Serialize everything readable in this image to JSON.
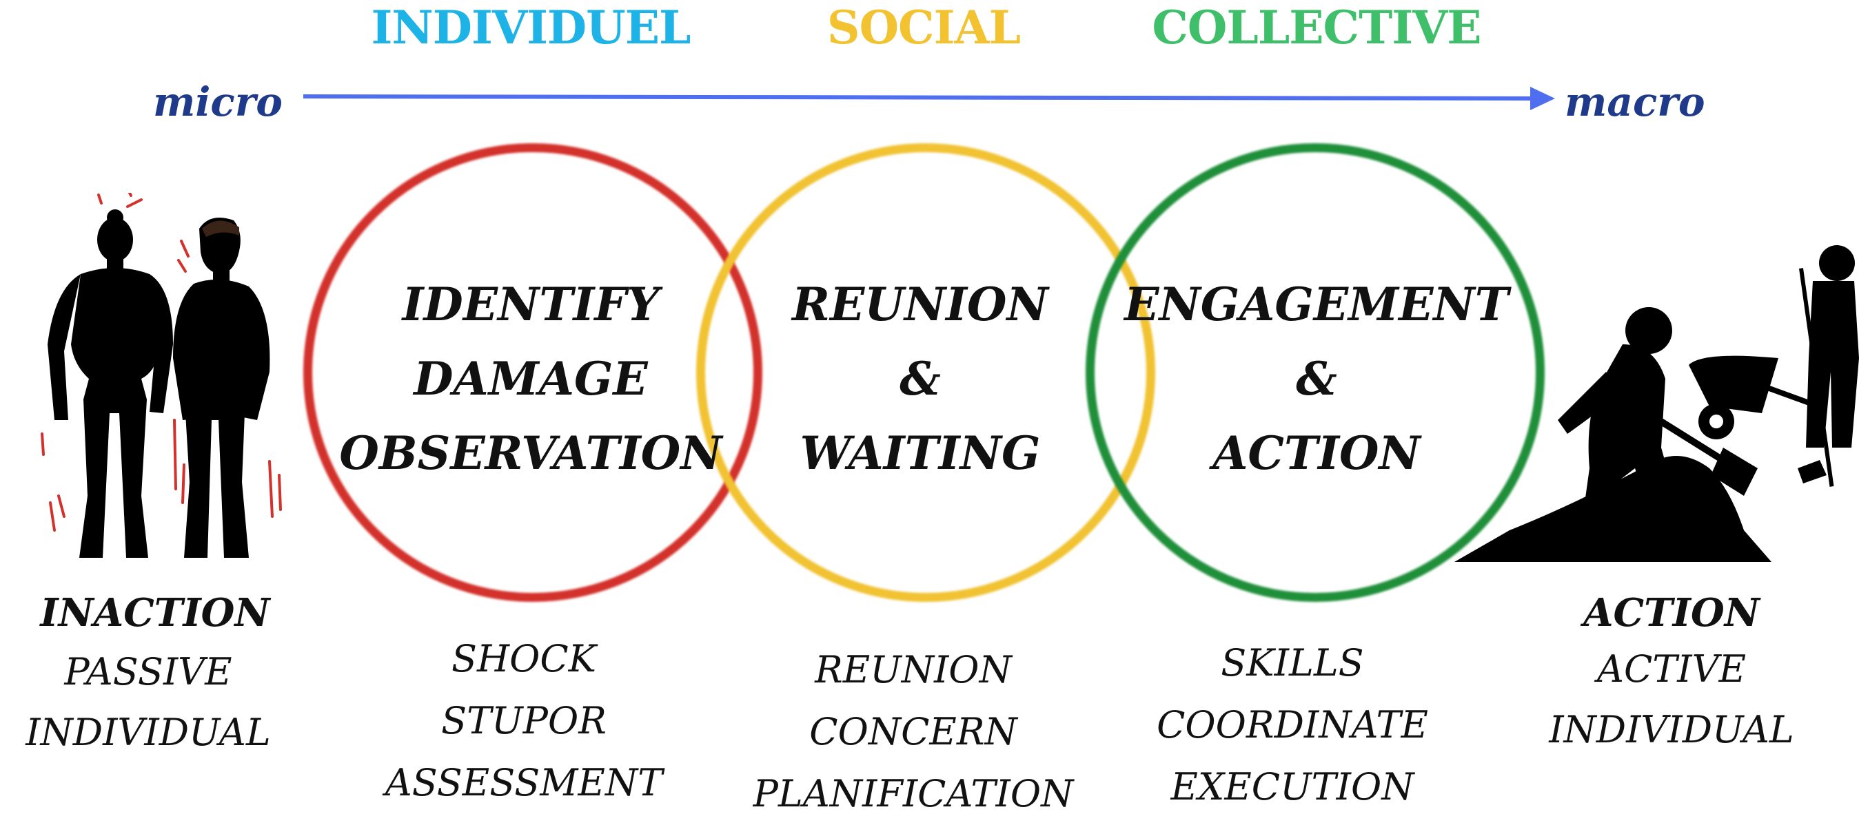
{
  "header": {
    "scales": [
      {
        "label": "INDIVIDUEL",
        "color": "#1db3e6"
      },
      {
        "label": "SOCIAL",
        "color": "#f2c230"
      },
      {
        "label": "COLLECTIVE",
        "color": "#3fbf6a"
      }
    ],
    "micro_label": "micro",
    "macro_label": "macro",
    "arrow_color": "#4f6ff0",
    "label_color": "#1f3a8a"
  },
  "circles": [
    {
      "title_lines": [
        "IDENTIFY",
        "DAMAGE",
        "OBSERVATION"
      ],
      "color": "#d3312b",
      "items": [
        "SHOCK",
        "STUPOR",
        "ASSESSMENT"
      ]
    },
    {
      "title_lines": [
        "REUNION",
        "&",
        "WAITING"
      ],
      "color": "#f1c232",
      "items": [
        "REUNION",
        "CONCERN",
        "PLANIFICATION"
      ]
    },
    {
      "title_lines": [
        "ENGAGEMENT",
        "&",
        "ACTION"
      ],
      "color": "#1f8f3a",
      "items": [
        "SKILLS",
        "COORDINATE",
        "EXECUTION"
      ]
    }
  ],
  "left_side": {
    "title": "INACTION",
    "items": [
      "PASSIVE",
      "INDIVIDUAL"
    ],
    "illustration": "standing-people-icon"
  },
  "right_side": {
    "title": "ACTION",
    "items": [
      "ACTIVE",
      "INDIVIDUAL"
    ],
    "illustration": "workers-icon"
  }
}
